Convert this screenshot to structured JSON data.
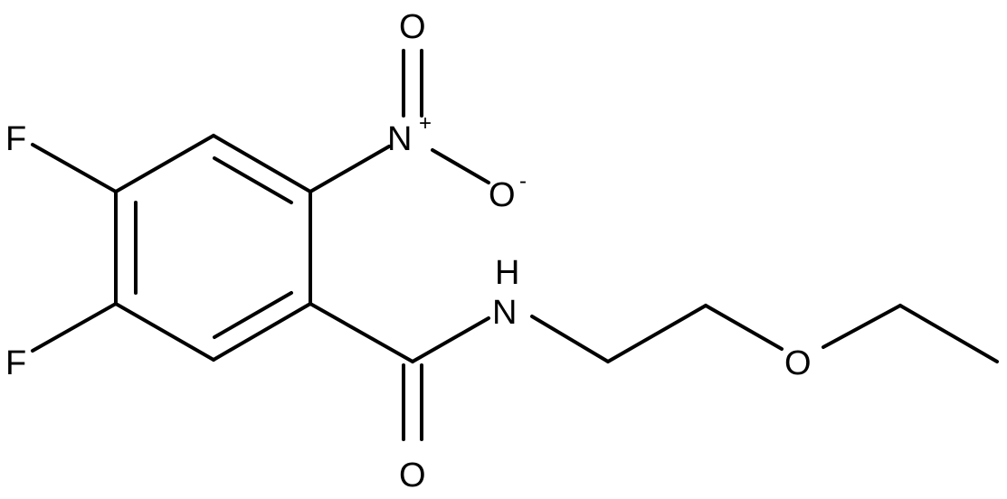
{
  "atoms": {
    "f_top": "F",
    "f_bottom": "F",
    "o_nitro_top": "O",
    "n_nitro": "N",
    "n_plus": "+",
    "o_nitro_right": "O",
    "o_minus": "-",
    "h_amide": "H",
    "n_amide": "N",
    "o_carbonyl": "O",
    "o_ether": "O"
  }
}
